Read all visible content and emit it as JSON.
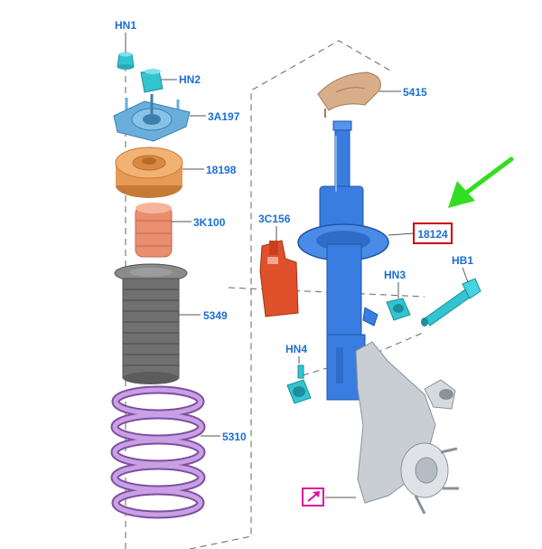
{
  "labels": {
    "hn1": "HN1",
    "hn2": "HN2",
    "mount": "3A197",
    "bearing": "18198",
    "bumper": "3K100",
    "boot": "5349",
    "spring": "5310",
    "seat": "5415",
    "bracket": "3C156",
    "strut": "18124",
    "hn3": "HN3",
    "hb1": "HB1",
    "hn4": "HN4"
  },
  "colors": {
    "label_text": "#1a6fd6",
    "highlight_box": "#cc0000",
    "arrow": "#33dd22",
    "cyan_part": "#33c4d1",
    "mount_blue": "#6aaedc",
    "bearing_orange": "#e69a55",
    "bumper_salmon": "#e98f6f",
    "boot_gray": "#707070",
    "spring_purple": "#b27fd0",
    "seat_tan": "#d8ad8a",
    "bracket_red": "#e0502a",
    "strut_blue": "#3a7de0",
    "knuckle_gray": "#c9ced4",
    "link_icon": "#e0109c"
  },
  "icons": {
    "link": "external-link-arrow-icon",
    "pointer": "green-arrow-icon"
  }
}
